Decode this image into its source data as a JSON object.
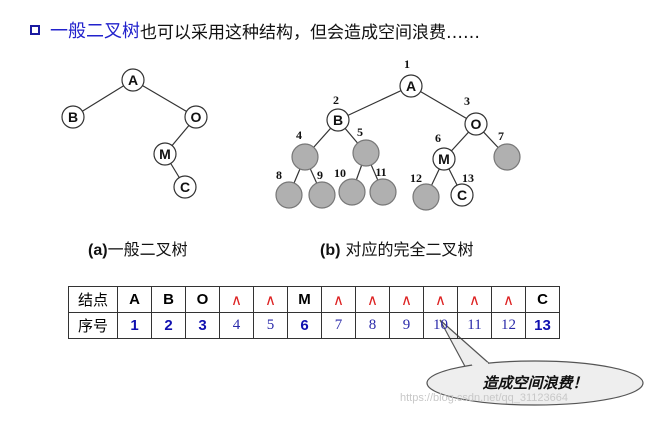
{
  "title": {
    "highlight": "一般二叉树",
    "rest": "也可以采用这种结构，但会造成空间浪费……"
  },
  "caption_a": {
    "prefix": "(a)",
    "text": "一般二叉树"
  },
  "caption_b": {
    "prefix": "(b)",
    "text": " 对应的完全二叉树"
  },
  "tree_a": {
    "nodes": [
      {
        "label": "A"
      },
      {
        "label": "B"
      },
      {
        "label": "O"
      },
      {
        "label": "M"
      },
      {
        "label": "C"
      }
    ]
  },
  "tree_b": {
    "node_labels": [
      "A",
      "B",
      "O",
      "",
      "",
      "M",
      "",
      "",
      "",
      "",
      "",
      "",
      "C"
    ],
    "numbers": [
      "1",
      "2",
      "3",
      "4",
      "5",
      "6",
      "7",
      "8",
      "9",
      "10",
      "11",
      "12",
      "13"
    ]
  },
  "table": {
    "row1_header": "结点",
    "row2_header": "序号",
    "cells": [
      "A",
      "B",
      "O",
      "∧",
      "∧",
      "M",
      "∧",
      "∧",
      "∧",
      "∧",
      "∧",
      "∧",
      "C"
    ],
    "seq": [
      "1",
      "2",
      "3",
      "4",
      "5",
      "6",
      "7",
      "8",
      "9",
      "10",
      "11",
      "12",
      "13"
    ]
  },
  "callout": {
    "text": "造成空间浪费！"
  },
  "watermark": "https://blog.csdn.net/qq_31123664",
  "colors": {
    "blue": "#2222cc",
    "red": "#dd2222",
    "gray_node": "#b0b0b0"
  }
}
